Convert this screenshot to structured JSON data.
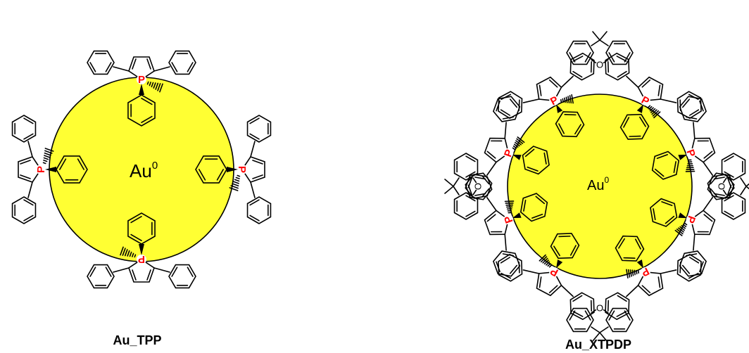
{
  "colors": {
    "gold": "#ffff33",
    "phosphorus": "#ff0000",
    "bond": "#000000"
  },
  "left_structure": {
    "core_symbol": "Au",
    "core_superscript": "0",
    "phosphorus_label": "P",
    "caption": "Au_TPP"
  },
  "right_structure": {
    "core_symbol": "Au",
    "core_superscript": "0",
    "phosphorus_label": "P",
    "oxygen_label": "O",
    "caption": "Au_XTPDP"
  }
}
